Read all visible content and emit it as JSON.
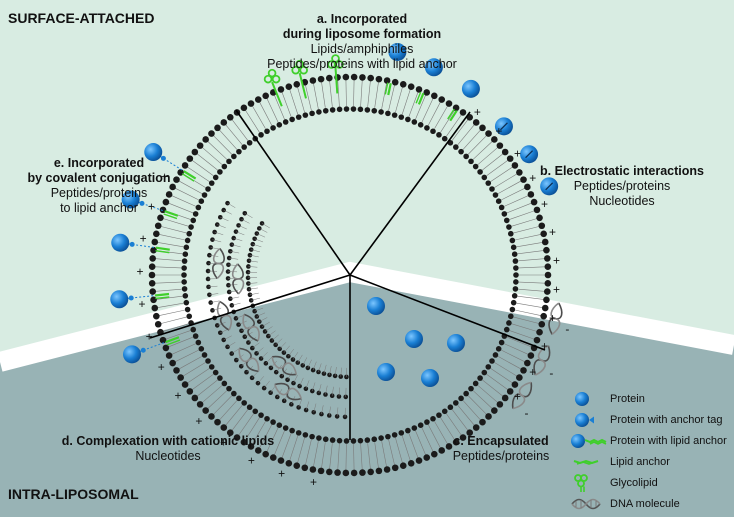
{
  "regions": {
    "top": "SURFACE-ATTACHED",
    "bottom": "INTRA-LIPOSOMAL"
  },
  "sections": {
    "a": {
      "title_line1": "a. Incorporated",
      "title_line2": "during liposome formation",
      "line1": "Lipids/amphiphiles",
      "line2": "Peptides/proteins with lipid anchor"
    },
    "b": {
      "title": "b. Electrostatic interactions",
      "line1": "Peptides/proteins",
      "line2": "Nucleotides"
    },
    "c": {
      "title": "c. Encapsulated",
      "line1": "Peptides/proteins"
    },
    "d": {
      "title": "d. Complexation with cationic lipids",
      "line1": "Nucleotides"
    },
    "e": {
      "title_line1": "e. Incorporated",
      "title_line2": "by covalent conjugation",
      "line1": "Peptides/proteins",
      "line2": "to lipid anchor"
    }
  },
  "legend": [
    {
      "icon": "protein-icon",
      "label": "Protein"
    },
    {
      "icon": "protein-anchor-tag-icon",
      "label": "Protein with anchor tag"
    },
    {
      "icon": "protein-lipid-anchor-icon",
      "label": "Protein with lipid anchor"
    },
    {
      "icon": "lipid-anchor-icon",
      "label": "Lipid anchor"
    },
    {
      "icon": "glycolipid-icon",
      "label": "Glycolipid"
    },
    {
      "icon": "dna-molecule-icon",
      "label": "DNA molecule"
    }
  ],
  "symbols": {
    "plus": "+",
    "minus": "-"
  },
  "colors": {
    "surface_bg": "#d8ece2",
    "intra_bg": "#98b3b5",
    "protein": "#1a7fd4",
    "lipid_anchor": "#3fcf2b",
    "lipid_head": "#1b1b1b"
  }
}
